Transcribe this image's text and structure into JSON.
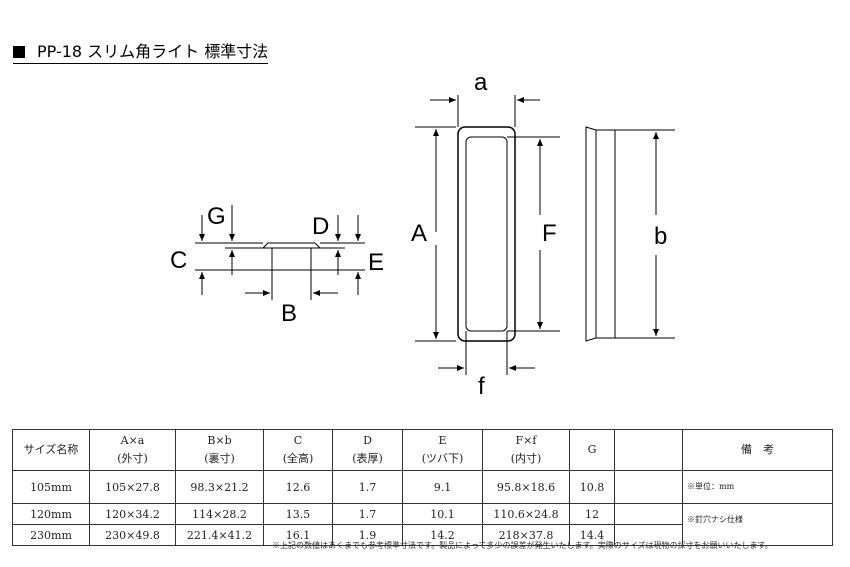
{
  "title": "PP-18 スリム角ライト 標準寸法",
  "labels": {
    "a": "a",
    "A": "A",
    "F": "F",
    "b": "b",
    "f": "f",
    "G": "G",
    "C": "C",
    "D": "D",
    "E": "E",
    "B": "B"
  },
  "table": {
    "headers": [
      [
        "サイズ名称",
        ""
      ],
      [
        "A×a",
        "(外寸)"
      ],
      [
        "B×b",
        "(裏寸)"
      ],
      [
        "C",
        "(全高)"
      ],
      [
        "D",
        "(表厚)"
      ],
      [
        "E",
        "(ツバ下)"
      ],
      [
        "F×f",
        "(内寸)"
      ],
      [
        "G",
        ""
      ],
      [
        "",
        ""
      ],
      [
        "備　考",
        ""
      ]
    ],
    "rows": [
      [
        "105mm",
        "105×27.8",
        "98.3×21.2",
        "12.6",
        "1.7",
        "9.1",
        "95.8×18.6",
        "10.8",
        ""
      ],
      [
        "120mm",
        "120×34.2",
        "114×28.2",
        "13.5",
        "1.7",
        "10.1",
        "110.6×24.8",
        "12",
        ""
      ],
      [
        "230mm",
        "230×49.8",
        "221.4×41.2",
        "16.1",
        "1.9",
        "14.2",
        "218×37.8",
        "14.4",
        ""
      ]
    ],
    "notes": [
      "※単位：mm",
      "※釘穴ナシ仕様"
    ]
  },
  "footnote": "※上記の数値はあくまでも参考標準寸法です。製品によって多少の誤差が発生いたします。実際のサイズは現物の採寸をお願いいたします。"
}
